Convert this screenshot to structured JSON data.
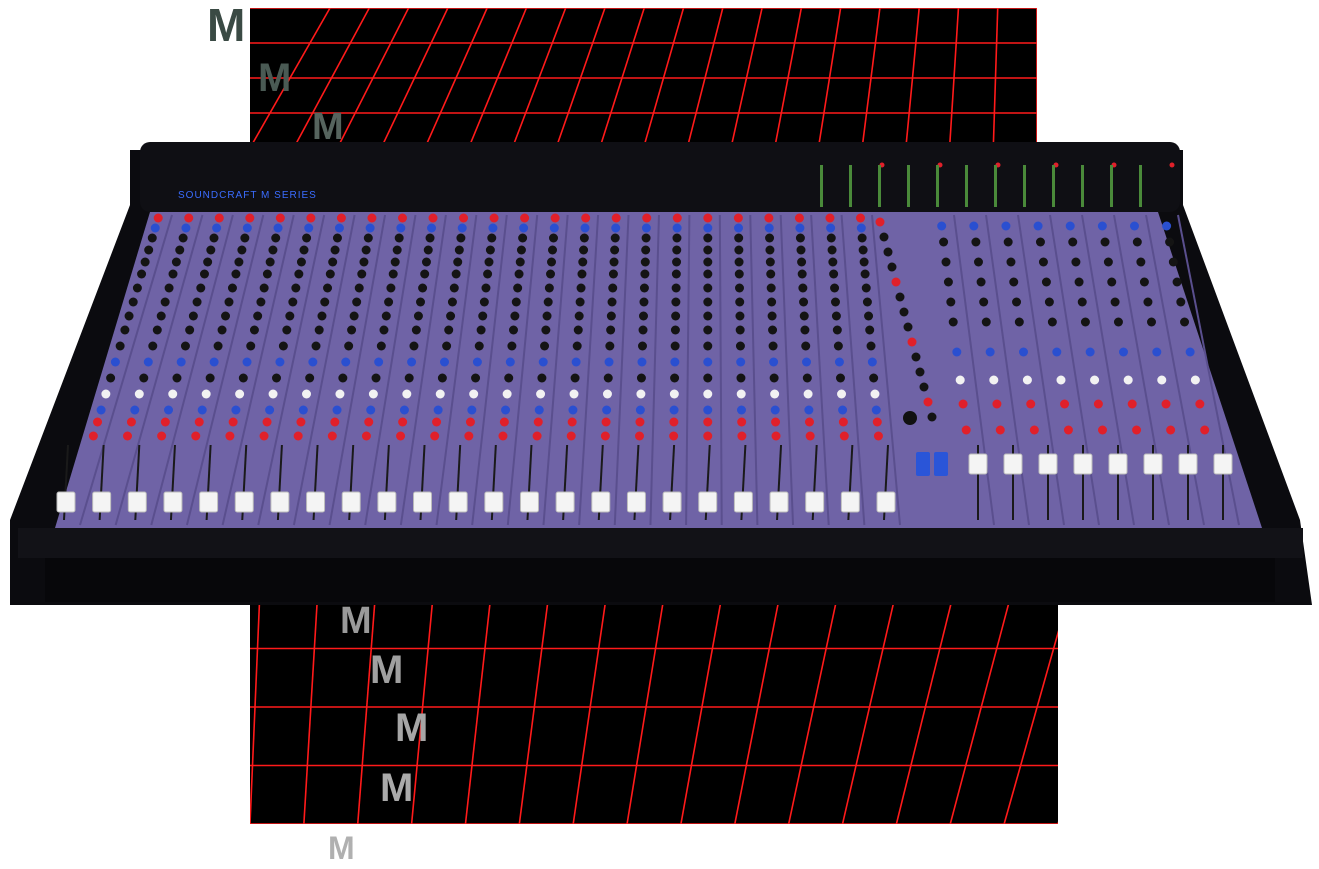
{
  "console": {
    "brand_text": "SOUNDCRAFT  M SERIES",
    "input_channels": 24,
    "group_channels": 8
  },
  "letters": {
    "top": [
      "M",
      "M",
      "M"
    ],
    "bottom": [
      "M",
      "M",
      "M",
      "M",
      "M"
    ]
  },
  "colors": {
    "grid_line": "#ff1a1a",
    "grid_bg": "#000000",
    "console_frame": "#0b0b0f",
    "channel_panel": "#6f63a6",
    "channel_panel_dark": "#5a4f8e",
    "knob_black": "#141414",
    "knob_red": "#e0202a",
    "knob_blue": "#2a4fd0",
    "knob_white": "#f2f2f2",
    "fader_cap": "#f4f4f4",
    "master_fader_cap": "#2a55d8",
    "brand_text": "#3a6cff",
    "letter_dark": "#3a4a44",
    "letter_grey": "#9a9a9a"
  }
}
